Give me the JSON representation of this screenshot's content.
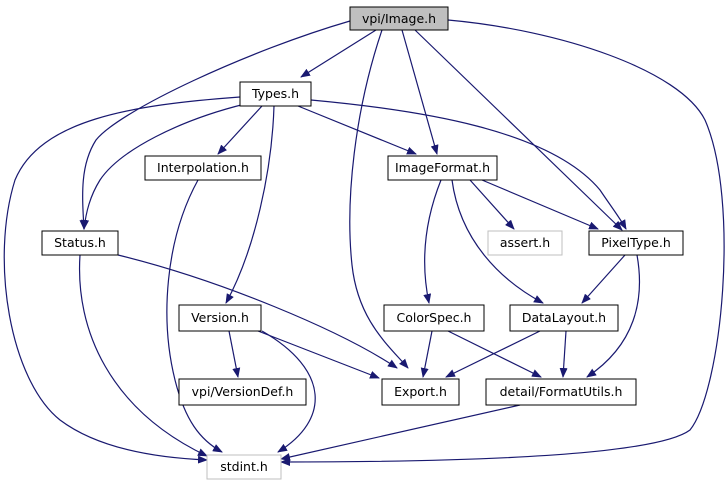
{
  "colors": {
    "edge": "#191970",
    "node_border": "#000000",
    "node_border_external": "#bfbfbf",
    "root_fill": "#bfbfbf",
    "node_fill": "#ffffff"
  },
  "nodes": {
    "image_h": {
      "label": "vpi/Image.h",
      "kind": "root"
    },
    "types_h": {
      "label": "Types.h",
      "kind": "file"
    },
    "interpolation_h": {
      "label": "Interpolation.h",
      "kind": "file"
    },
    "imageformat_h": {
      "label": "ImageFormat.h",
      "kind": "file"
    },
    "status_h": {
      "label": "Status.h",
      "kind": "file"
    },
    "assert_h": {
      "label": "assert.h",
      "kind": "external"
    },
    "pixeltype_h": {
      "label": "PixelType.h",
      "kind": "file"
    },
    "version_h": {
      "label": "Version.h",
      "kind": "file"
    },
    "colorspec_h": {
      "label": "ColorSpec.h",
      "kind": "file"
    },
    "datalayout_h": {
      "label": "DataLayout.h",
      "kind": "file"
    },
    "versiondef_h": {
      "label": "vpi/VersionDef.h",
      "kind": "file"
    },
    "export_h": {
      "label": "Export.h",
      "kind": "file"
    },
    "formatutils_h": {
      "label": "detail/FormatUtils.h",
      "kind": "file"
    },
    "stdint_h": {
      "label": "stdint.h",
      "kind": "external"
    }
  }
}
